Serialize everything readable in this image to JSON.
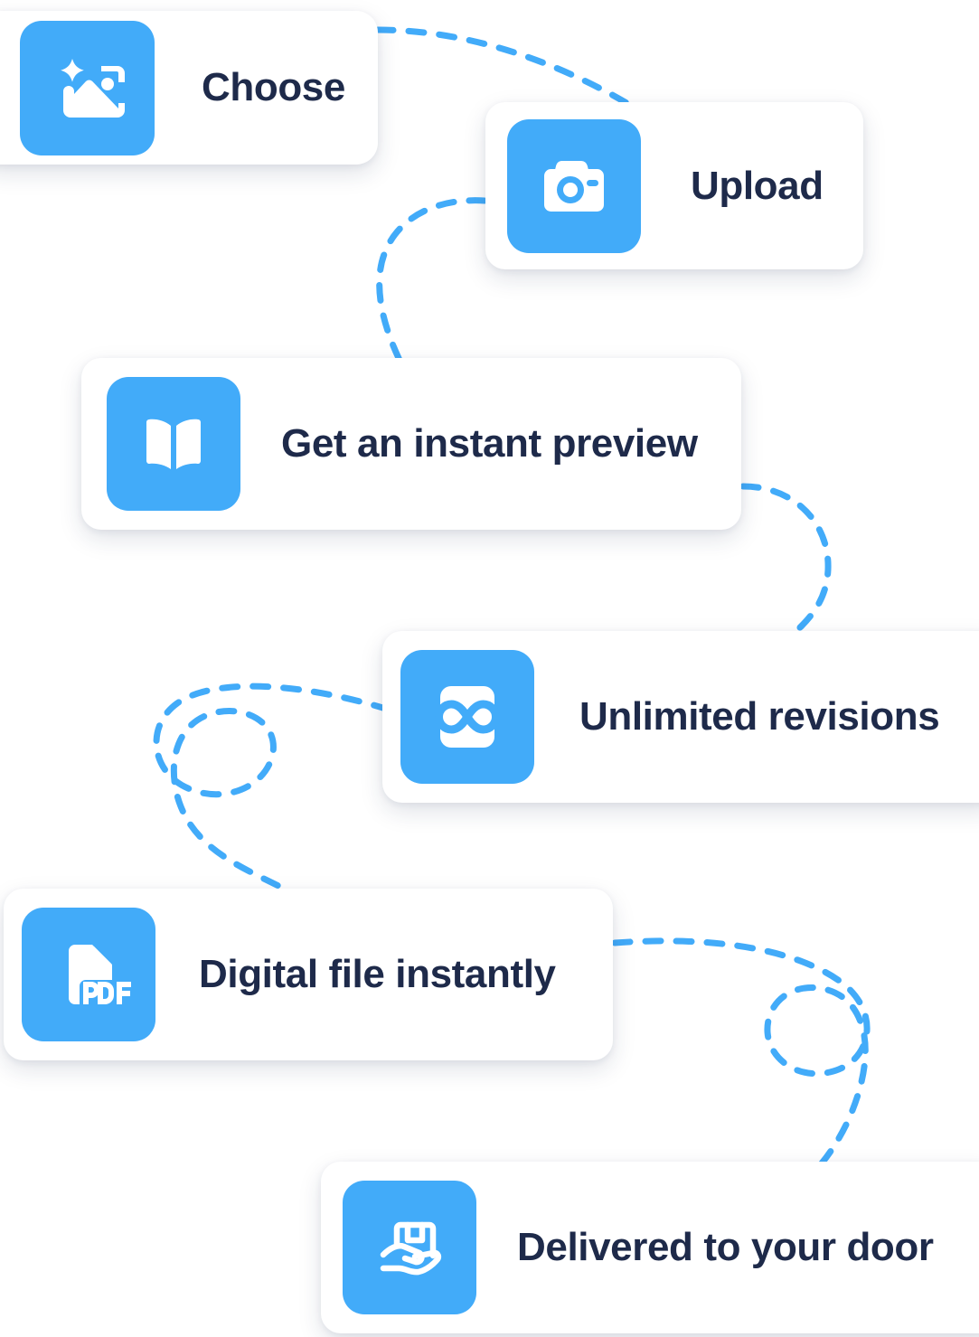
{
  "theme": {
    "accent_blue": "#42ABF9",
    "text_navy": "#1E2A4A",
    "card_bg": "#FFFFFF",
    "connector_color": "#42ABF9"
  },
  "steps": [
    {
      "id": "choose",
      "label": "Choose",
      "icon": "image-sparkle-icon"
    },
    {
      "id": "upload",
      "label": "Upload",
      "icon": "camera-icon"
    },
    {
      "id": "preview",
      "label": "Get an instant preview",
      "icon": "open-book-icon"
    },
    {
      "id": "revisions",
      "label": "Unlimited revisions",
      "icon": "infinity-icon"
    },
    {
      "id": "digital",
      "label": "Digital file instantly",
      "icon": "pdf-file-icon"
    },
    {
      "id": "delivered",
      "label": "Delivered to your door",
      "icon": "hand-package-icon"
    }
  ],
  "connectors": [
    {
      "from": "choose",
      "to": "upload",
      "style": "dashed-curve"
    },
    {
      "from": "upload",
      "to": "preview",
      "style": "dashed-curve"
    },
    {
      "from": "preview",
      "to": "revisions",
      "style": "dashed-curve"
    },
    {
      "from": "revisions",
      "to": "digital",
      "style": "dashed-loop"
    },
    {
      "from": "digital",
      "to": "delivered",
      "style": "dashed-loop"
    }
  ]
}
